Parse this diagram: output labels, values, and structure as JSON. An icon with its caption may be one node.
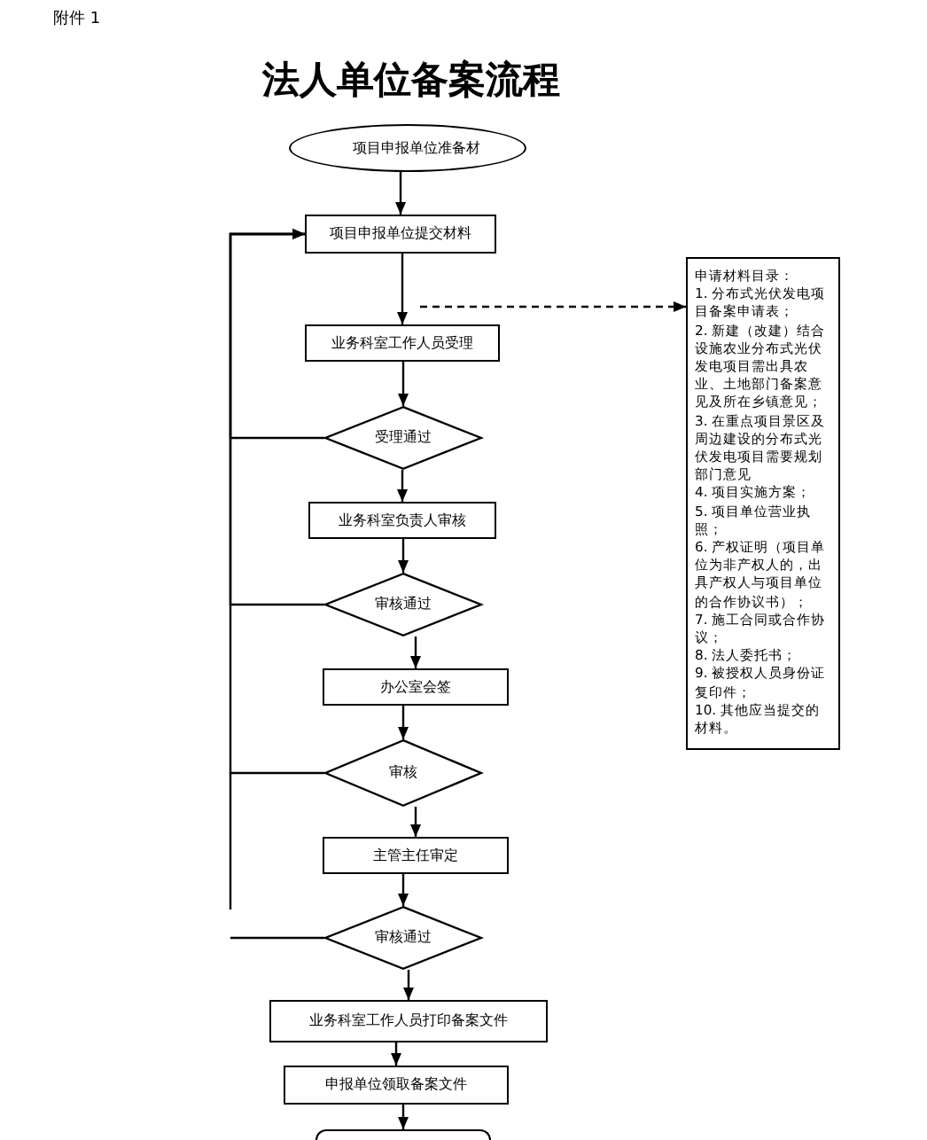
{
  "diagram": {
    "title": "法人单位备案流程",
    "nodes": [
      {
        "text": [
          "项目申报单位准备材"
        ]
      },
      {
        "text": [
          "项目申报单位提交材料"
        ]
      },
      {
        "text": [
          "业务科室工作人员受理"
        ]
      },
      {
        "text": [
          "受理通过"
        ]
      },
      {
        "text": [
          "业务科室负责人审核"
        ]
      },
      {
        "text": [
          "审核通过"
        ]
      },
      {
        "text": [
          "办公室会签"
        ]
      },
      {
        "text": [
          "审核"
        ]
      },
      {
        "text": [
          "主管主任审定"
        ]
      },
      {
        "text": [
          "审核通过"
        ]
      },
      {
        "text": [
          "业务科室工作人员打印备案文件"
        ]
      },
      {
        "text": [
          "申报单位领取备案文件"
        ]
      },
      {
        "text": [],
        "shape": "box"
      },
      {
        "text": [
          "申请材料目录：",
          "1. 分布式光伏发电项目备案申请表；",
          "2. 新建（改建）结合设施农业分布式光伏发电项目需出具农业、土地部门备案意见及所在乡镇意见；",
          "3. 在重点项目景区及周边建设的分布式光伏发电项目需要规划部门意见",
          "4. 项目实施方案；",
          "5. 项目单位营业执照；",
          "6. 产权证明（项目单位为非产权人的，出具产权人与项目单位的合作协议书）；",
          "7. 施工合同或合作协议；",
          "8. 法人委托书；",
          "9. 被授权人员身份证复印件；",
          "10. 其他应当提交的材料。"
        ]
      }
    ],
    "edges": [
      {
        "from": 0,
        "to": 1,
        "arrow": "to"
      },
      {
        "from": 1,
        "to": 2,
        "arrow": "to"
      },
      {
        "from": 2,
        "to": 13,
        "arrow": "to",
        "style": "dashed"
      },
      {
        "from": 2,
        "to": 3,
        "arrow": "to"
      },
      {
        "from": 3,
        "to": 4,
        "arrow": "to"
      },
      {
        "from": 4,
        "to": 5,
        "arrow": "to"
      },
      {
        "from": 5,
        "to": 6,
        "arrow": "to"
      },
      {
        "from": 6,
        "to": 7,
        "arrow": "to"
      },
      {
        "from": 7,
        "to": 8,
        "arrow": "to"
      },
      {
        "from": 8,
        "to": 9,
        "arrow": "to"
      },
      {
        "from": 9,
        "to": 10,
        "arrow": "to"
      },
      {
        "from": 10,
        "to": 11,
        "arrow": "to"
      },
      {
        "from": 11,
        "to": 12,
        "arrow": "to"
      },
      {
        "from": 3,
        "to": 1,
        "arrow": "to"
      },
      {
        "from": 5,
        "to": 1,
        "arrow": "to"
      },
      {
        "from": 7,
        "to": 1,
        "arrow": "to"
      },
      {
        "from": 9,
        "to": null,
        "arrow": "none"
      }
    ],
    "labels": [
      "附件 1"
    ]
  }
}
